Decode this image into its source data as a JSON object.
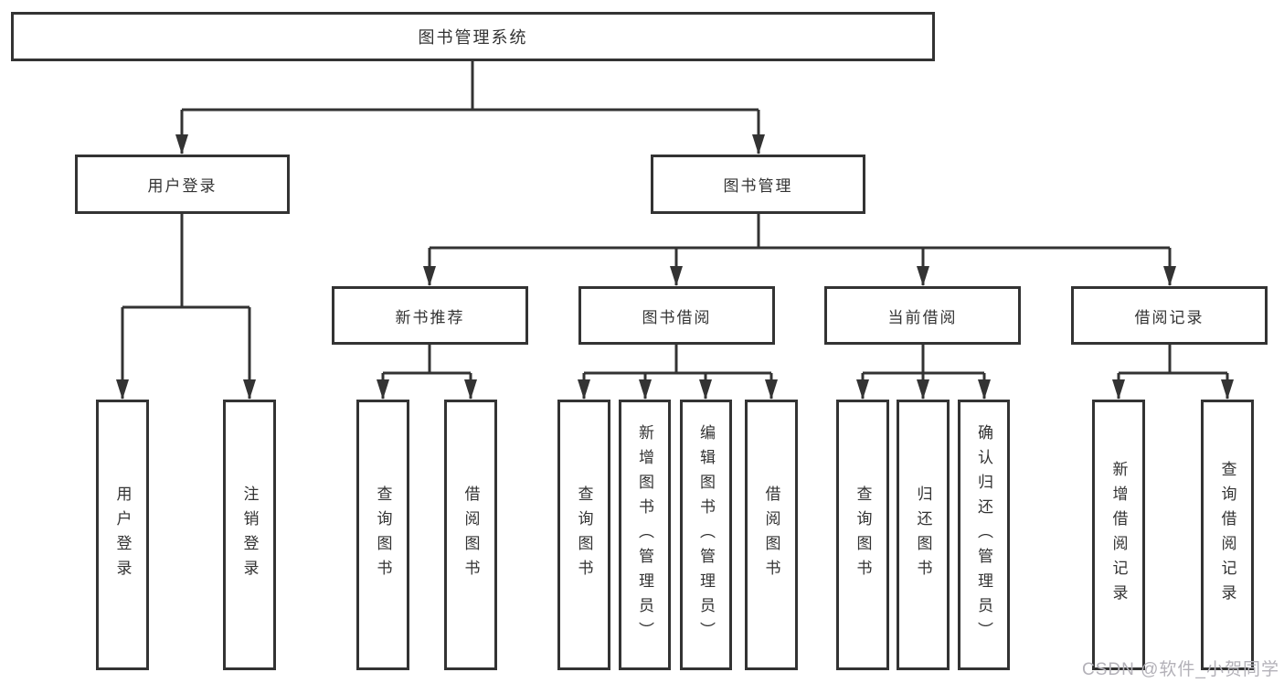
{
  "diagram": {
    "title": "图书管理系统",
    "root": {
      "label": "图书管理系统"
    },
    "level2": [
      {
        "label": "用户登录"
      },
      {
        "label": "图书管理"
      }
    ],
    "level3": [
      {
        "label": "新书推荐"
      },
      {
        "label": "图书借阅"
      },
      {
        "label": "当前借阅"
      },
      {
        "label": "借阅记录"
      }
    ],
    "leaves": [
      {
        "label": "用户登录"
      },
      {
        "label": "注销登录"
      },
      {
        "label": "查询图书"
      },
      {
        "label": "借阅图书"
      },
      {
        "label": "查询图书"
      },
      {
        "label": "新增图书（管理员）"
      },
      {
        "label": "编辑图书（管理员）"
      },
      {
        "label": "借阅图书"
      },
      {
        "label": "查询图书"
      },
      {
        "label": "归还图书"
      },
      {
        "label": "确认归还（管理员）"
      },
      {
        "label": "新增借阅记录"
      },
      {
        "label": "查询借阅记录"
      }
    ],
    "edges": [
      "图书管理系统→用户登录",
      "图书管理系统→图书管理",
      "用户登录→用户登录",
      "用户登录→注销登录",
      "图书管理→新书推荐",
      "图书管理→图书借阅",
      "图书管理→当前借阅",
      "图书管理→借阅记录",
      "新书推荐→查询图书",
      "新书推荐→借阅图书",
      "图书借阅→查询图书",
      "图书借阅→新增图书（管理员）",
      "图书借阅→编辑图书（管理员）",
      "图书借阅→借阅图书",
      "当前借阅→查询图书",
      "当前借阅→归还图书",
      "当前借阅→确认归还（管理员）",
      "借阅记录→新增借阅记录",
      "借阅记录→查询借阅记录"
    ]
  },
  "watermark": {
    "text": "CSDN @软件_小贺同学"
  },
  "colors": {
    "line": "#333333",
    "box_border": "#333333",
    "text": "#333333",
    "watermark": "#b3b1b8",
    "background": "#ffffff"
  }
}
